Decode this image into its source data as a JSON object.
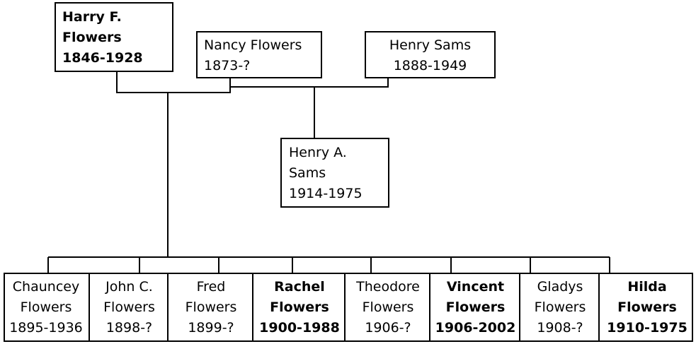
{
  "people": {
    "harry": {
      "first": "Harry F.",
      "last": "Flowers",
      "years": "1846-1928",
      "bold": true
    },
    "nancy": {
      "name": "Nancy Flowers",
      "years": "1873-?"
    },
    "henry_sams": {
      "name": "Henry Sams",
      "years": "1888-1949"
    },
    "henry_a": {
      "first": "Henry A.",
      "last": "Sams",
      "years": "1914-1975"
    }
  },
  "children": [
    {
      "first": "Chauncey",
      "last": "Flowers",
      "years": "1895-1936",
      "bold": false
    },
    {
      "first": "John C.",
      "last": "Flowers",
      "years": "1898-?",
      "bold": false
    },
    {
      "first": "Fred",
      "last": "Flowers",
      "years": "1899-?",
      "bold": false
    },
    {
      "first": "Rachel",
      "last": "Flowers",
      "years": "1900-1988",
      "bold": true
    },
    {
      "first": "Theodore",
      "last": "Flowers",
      "years": "1906-?",
      "bold": false
    },
    {
      "first": "Vincent",
      "last": "Flowers",
      "years": "1906-2002",
      "bold": true
    },
    {
      "first": "Gladys",
      "last": "Flowers",
      "years": "1908-?",
      "bold": false
    },
    {
      "first": "Hilda",
      "last": "Flowers",
      "years": "1910-1975",
      "bold": true
    }
  ]
}
